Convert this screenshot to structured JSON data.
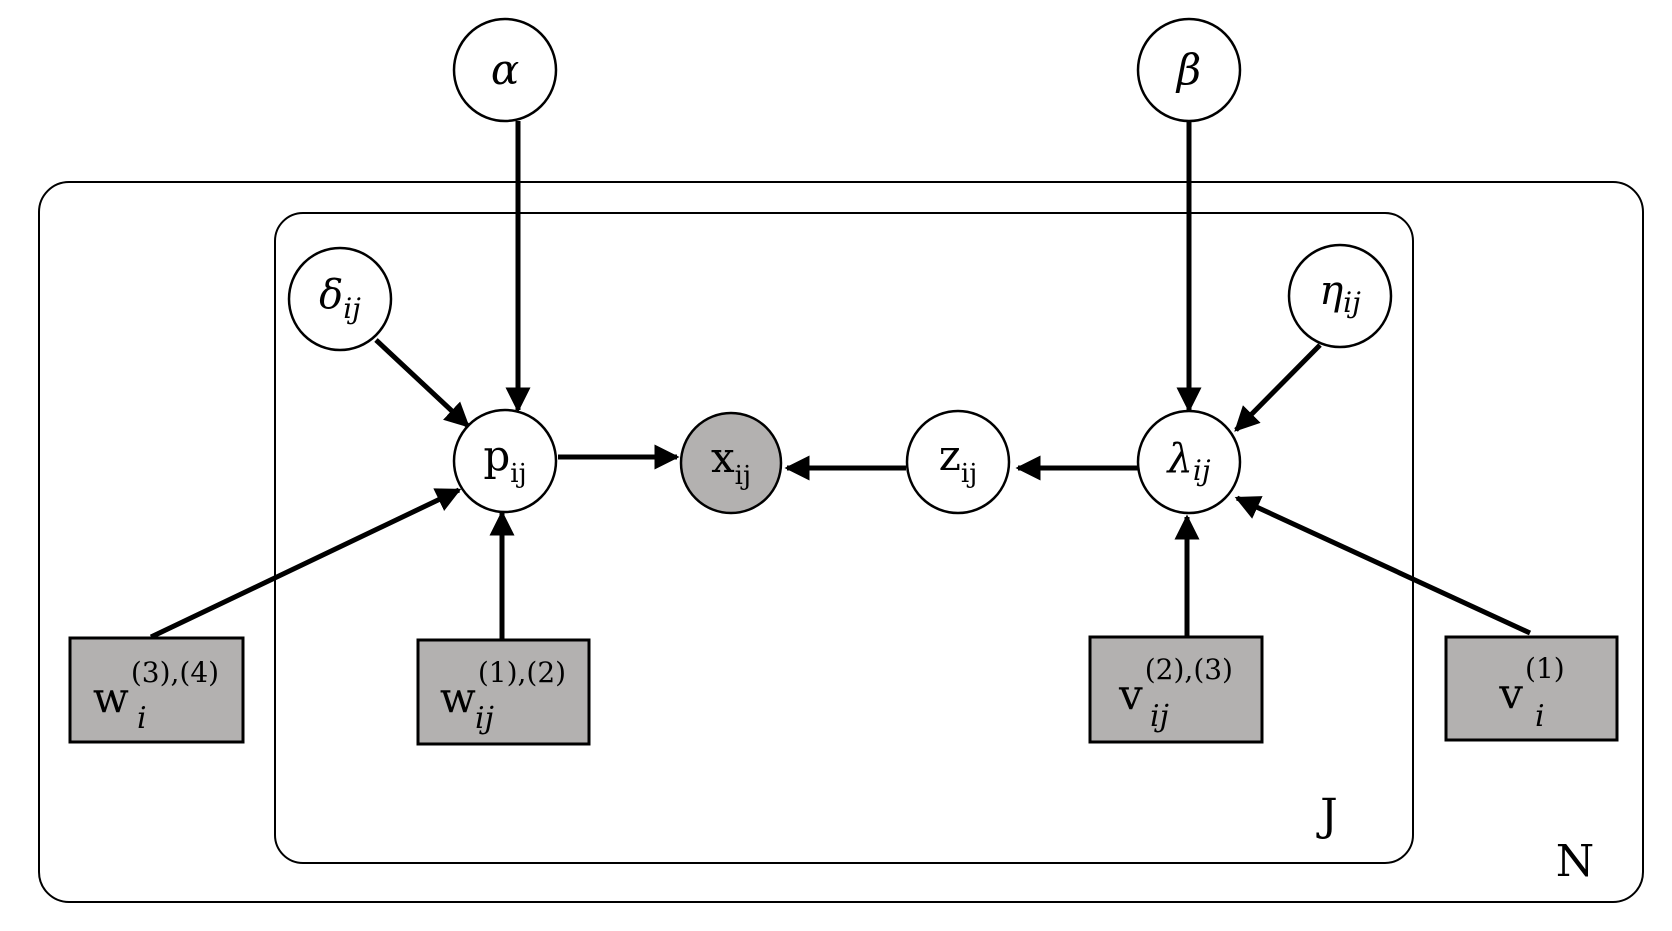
{
  "plates": {
    "outer_label": "N",
    "inner_label": "J"
  },
  "colors": {
    "observed_fill": "#b3b1b0",
    "latent_fill": "#ffffff",
    "stroke": "#000000"
  },
  "nodes": {
    "alpha": {
      "base": "α",
      "sub": "",
      "sup": ""
    },
    "beta": {
      "base": "β",
      "sub": "",
      "sup": ""
    },
    "delta": {
      "base": "δ",
      "sub": "ij",
      "sup": ""
    },
    "eta": {
      "base": "η",
      "sub": "ij",
      "sup": ""
    },
    "p": {
      "base": "p",
      "sub": "ij",
      "sup": ""
    },
    "x": {
      "base": "x",
      "sub": "ij",
      "sup": ""
    },
    "z": {
      "base": "z",
      "sub": "ij",
      "sup": ""
    },
    "lambda": {
      "base": "λ",
      "sub": "ij",
      "sup": ""
    },
    "w34": {
      "base": "w",
      "sub": "i",
      "sup": "(3),(4)"
    },
    "w12": {
      "base": "w",
      "sub": "ij",
      "sup": "(1),(2)"
    },
    "v23": {
      "base": "v",
      "sub": "ij",
      "sup": "(2),(3)"
    },
    "v1": {
      "base": "v",
      "sub": "i",
      "sup": "(1)"
    }
  }
}
